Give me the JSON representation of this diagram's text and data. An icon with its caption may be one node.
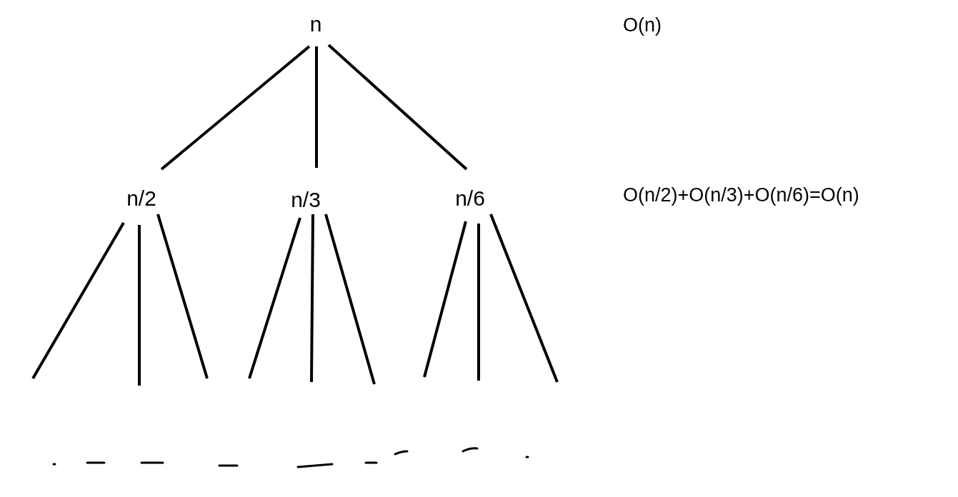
{
  "diagram": {
    "nodes": [
      {
        "text": [
          "n"
        ]
      },
      {
        "text": [
          "n/2"
        ]
      },
      {
        "text": [
          "n/3"
        ]
      },
      {
        "text": [
          "n/6"
        ]
      }
    ],
    "edges": [
      {
        "from": 0,
        "to": 1,
        "arrow": "none"
      },
      {
        "from": 0,
        "to": 2,
        "arrow": "none"
      },
      {
        "from": 0,
        "to": 3,
        "arrow": "none"
      },
      {
        "from": 1,
        "to": null,
        "arrow": "none"
      },
      {
        "from": 1,
        "to": null,
        "arrow": "none"
      },
      {
        "from": 1,
        "to": null,
        "arrow": "none"
      },
      {
        "from": 2,
        "to": null,
        "arrow": "none"
      },
      {
        "from": 2,
        "to": null,
        "arrow": "none"
      },
      {
        "from": 2,
        "to": null,
        "arrow": "none"
      },
      {
        "from": 3,
        "to": null,
        "arrow": "none"
      },
      {
        "from": 3,
        "to": null,
        "arrow": "none"
      },
      {
        "from": 3,
        "to": null,
        "arrow": "none"
      }
    ],
    "labels": [
      "O(n)",
      "O(n/2)+O(n/3)+O(n/6)=O(n)"
    ]
  }
}
